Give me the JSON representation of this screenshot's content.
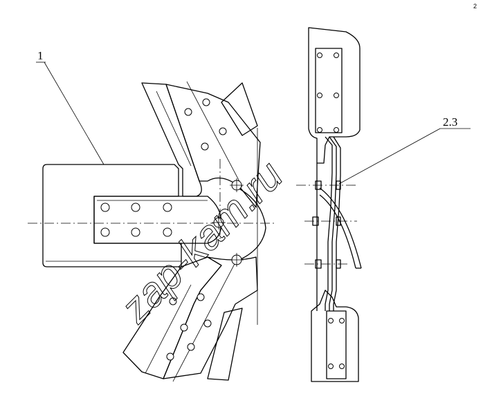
{
  "callouts": {
    "part_1": "1",
    "part_2_3": "2.3"
  },
  "watermark": "zap-kam.ru",
  "corner_mark": "2"
}
